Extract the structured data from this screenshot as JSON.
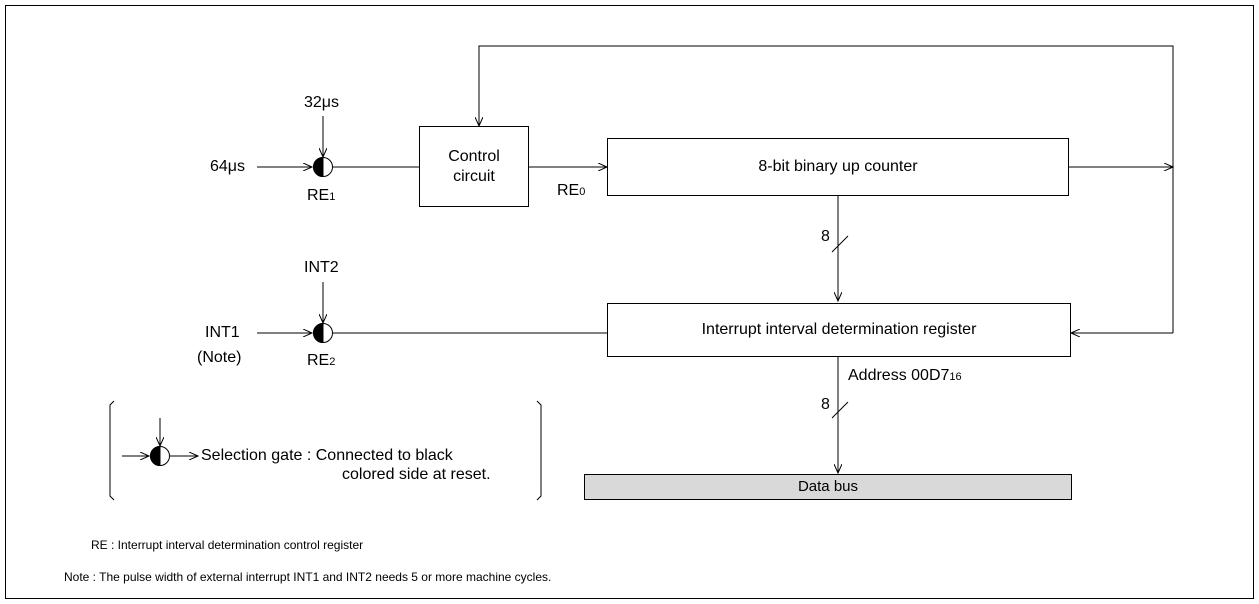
{
  "labels": {
    "clk32": "32μs",
    "clk64": "64μs",
    "re1_main": "RE",
    "re1_sub": "1",
    "re0_main": "RE",
    "re0_sub": "0",
    "int2": "INT2",
    "int1": "INT1",
    "int1_note": "(Note)",
    "re2_main": "RE",
    "re2_sub": "2",
    "bus_width_top": "8",
    "bus_width_bottom": "8",
    "address_main": "Address 00D7",
    "address_sub": "16"
  },
  "blocks": {
    "control_line1": "Control",
    "control_line2": "circuit",
    "counter": "8-bit binary up counter",
    "register": "Interrupt interval determination register",
    "data_bus": "Data bus"
  },
  "legend": {
    "line1": "Selection gate : Connected to black",
    "line2": "colored side at reset."
  },
  "notes": {
    "re": "RE : Interrupt interval determination control register",
    "pulse": "Note : The pulse width of external interrupt INT1 and INT2 needs 5 or more machine cycles."
  }
}
